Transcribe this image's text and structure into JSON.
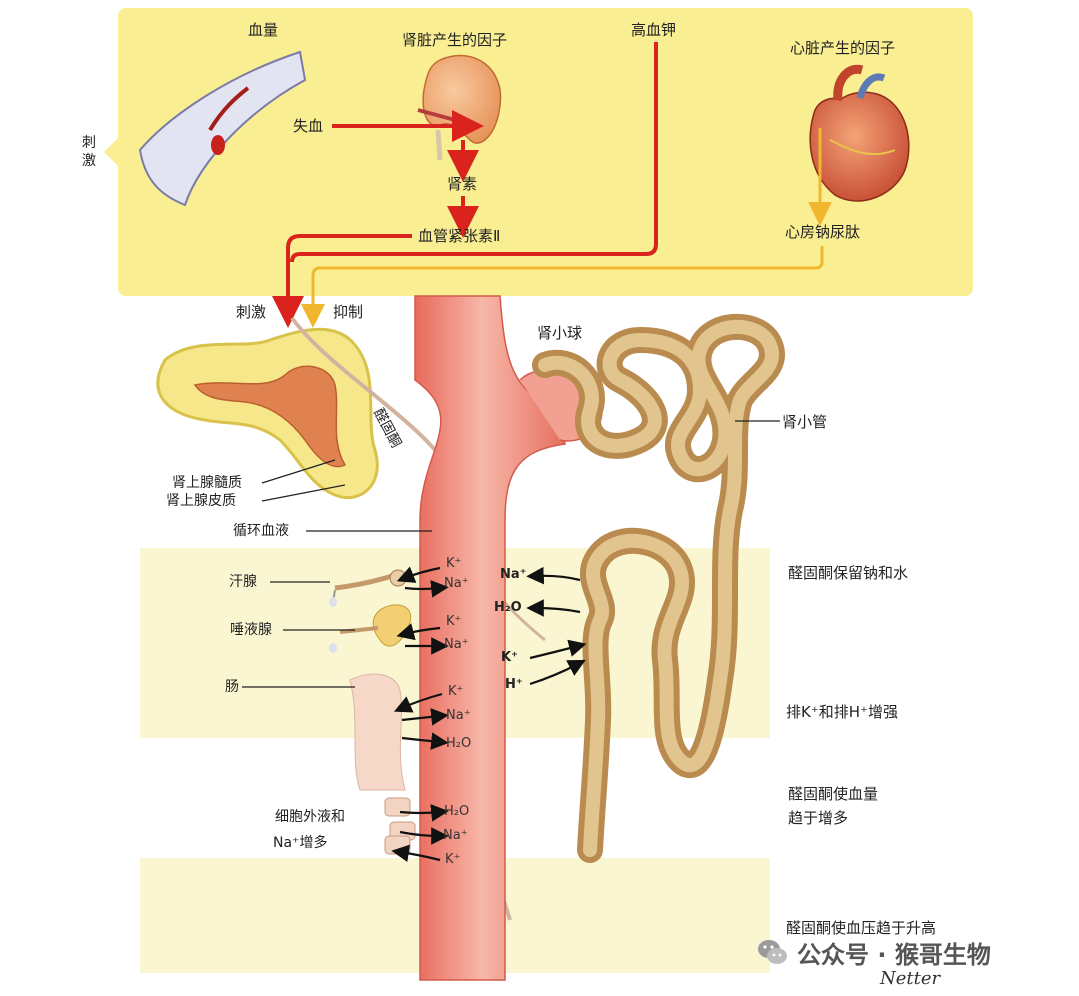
{
  "top_panel": {
    "stimulus_side": "刺激",
    "blood_volume": "血量",
    "kidney_factors": "肾脏产生的因子",
    "blood_loss": "失血",
    "renin": "肾素",
    "angiotensin": "血管紧张素Ⅱ",
    "high_potassium": "高血钾",
    "heart_factors": "心脏产生的因子",
    "anp": "心房钠尿肽"
  },
  "arrows": {
    "stimulate": "刺激",
    "inhibit": "抑制"
  },
  "adrenal": {
    "aldosterone": "醛固酮",
    "medulla": "肾上腺髓质",
    "cortex": "肾上腺皮质"
  },
  "circulation": "循环血液",
  "targets": {
    "sweat_gland": "汗腺",
    "salivary_gland": "唾液腺",
    "intestine": "肠",
    "ecf_line1": "细胞外液和",
    "ecf_line2": "Na⁺增多"
  },
  "ions": {
    "sweat": [
      "K⁺",
      "Na⁺"
    ],
    "saliva": [
      "K⁺",
      "Na⁺"
    ],
    "gut": [
      "K⁺",
      "Na⁺",
      "H₂O"
    ],
    "ecf": [
      "H₂O",
      "Na⁺",
      "K⁺"
    ],
    "kidney": [
      "Na⁺",
      "H₂O",
      "K⁺",
      "H⁺"
    ]
  },
  "kidney": {
    "glomerulus": "肾小球",
    "tubule": "肾小管"
  },
  "effects": {
    "retain": "醛固酮保留钠和水",
    "excrete": "排K⁺和排H⁺增强",
    "volume_line1": "醛固酮使血量",
    "volume_line2": "趋于增多",
    "pressure": "醛固酮使血压趋于升高"
  },
  "watermark": "公众号 · 猴哥生物",
  "signature": "Netter",
  "colors": {
    "panel": "#f9ef92",
    "band": "#fbf6d2",
    "vessel": "#ec8b7c",
    "red_arrow": "#d9231c",
    "yellow_arrow": "#f0b72e",
    "tubule": "#c9965a"
  }
}
